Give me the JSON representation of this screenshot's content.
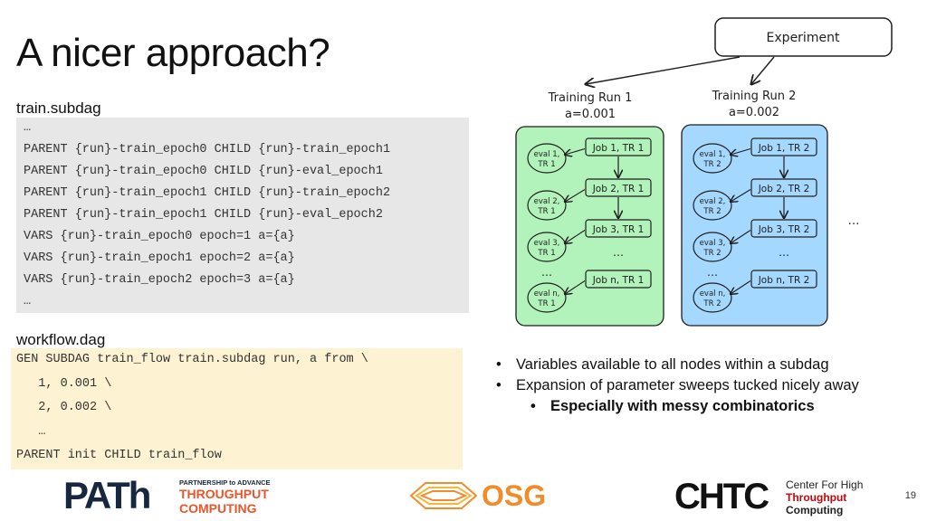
{
  "slide": {
    "title": "A nicer approach?",
    "page_number": "19"
  },
  "train_subdag": {
    "label": "train.subdag",
    "lines": [
      "…",
      "PARENT {run}-train_epoch0 CHILD {run}-train_epoch1",
      "PARENT {run}-train_epoch0 CHILD {run}-eval_epoch1",
      "PARENT {run}-train_epoch1 CHILD {run}-train_epoch2",
      "PARENT {run}-train_epoch1 CHILD {run}-eval_epoch2",
      "VARS {run}-train_epoch0 epoch=1 a={a}",
      "VARS {run}-train_epoch1 epoch=2 a={a}",
      "VARS {run}-train_epoch2 epoch=3 a={a}",
      "…"
    ]
  },
  "workflow_dag": {
    "label": "workflow.dag",
    "lines": [
      "GEN SUBDAG train_flow train.subdag run, a from \\",
      "   1, 0.001 \\",
      "   2, 0.002 \\",
      "   …",
      "PARENT init CHILD train_flow"
    ]
  },
  "bullets": {
    "items": [
      "Variables available to all nodes within a subdag",
      "Expansion of parameter sweeps tucked nicely away"
    ],
    "sub_item": "Especially with messy combinatorics"
  },
  "diagram": {
    "experiment": "Experiment",
    "run1": {
      "title": "Training Run 1",
      "param": "a=0.001",
      "jobs": [
        "Job 1, TR 1",
        "Job 2, TR 1",
        "Job 3, TR 1",
        "Job n, TR 1"
      ],
      "evals": [
        [
          "eval 1,",
          "TR 1"
        ],
        [
          "eval 2,",
          "TR 1"
        ],
        [
          "eval 3,",
          "TR 1"
        ],
        [
          "eval n,",
          "TR 1"
        ]
      ]
    },
    "run2": {
      "title": "Training Run 2",
      "param": "a=0.002",
      "jobs": [
        "Job 1, TR 2",
        "Job 2, TR 2",
        "Job 3, TR 2",
        "Job n, TR 2"
      ],
      "evals": [
        [
          "eval 1,",
          "TR 2"
        ],
        [
          "eval 2,",
          "TR 2"
        ],
        [
          "eval 3,",
          "TR 2"
        ],
        [
          "eval n,",
          "TR 2"
        ]
      ]
    },
    "ellipsis": "…",
    "more": "…",
    "colors": {
      "run1_fill": "#b2f2bb",
      "run2_fill": "#a5d8ff",
      "stroke": "#1e1e1e"
    }
  },
  "footer": {
    "path_logo": "PATh",
    "path_tag1": "PARTNERSHIP to ADVANCE",
    "path_tag2": "THROUGHPUT",
    "path_tag3": "COMPUTING",
    "osg_logo": "OSG",
    "chtc_logo": "CHTC",
    "chtc_tag1": "Center For High",
    "chtc_tag2": "Throughput",
    "chtc_tag3": "Computing",
    "colors": {
      "path_navy": "#16273f",
      "path_orange": "#e8562a",
      "osg_orange": "#f28c28",
      "chtc_red": "#c5050c"
    }
  }
}
